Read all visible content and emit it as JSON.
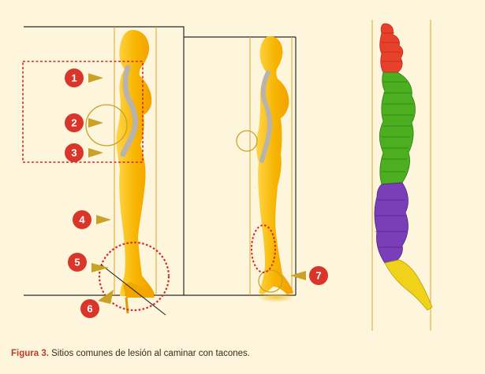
{
  "figure": {
    "caption_label": "Figura 3.",
    "caption_text": " Sitios comunes de lesión al caminar con tacones."
  },
  "markers": [
    {
      "id": "1",
      "label": "1"
    },
    {
      "id": "2",
      "label": "2"
    },
    {
      "id": "3",
      "label": "3"
    },
    {
      "id": "4",
      "label": "4"
    },
    {
      "id": "5",
      "label": "5"
    },
    {
      "id": "6",
      "label": "6"
    },
    {
      "id": "7",
      "label": "7"
    }
  ],
  "colors": {
    "background": "#fdf6dc",
    "marker_red": "#d9352b",
    "arrow_gold": "#c9a227",
    "figure_yellow": "#f7b500",
    "spine_cervical": "#e8402a",
    "spine_thoracic": "#4caf1f",
    "spine_lumbar": "#7a3fb8",
    "spine_sacrum": "#f0d21a",
    "dotted_red": "#d42a22"
  }
}
